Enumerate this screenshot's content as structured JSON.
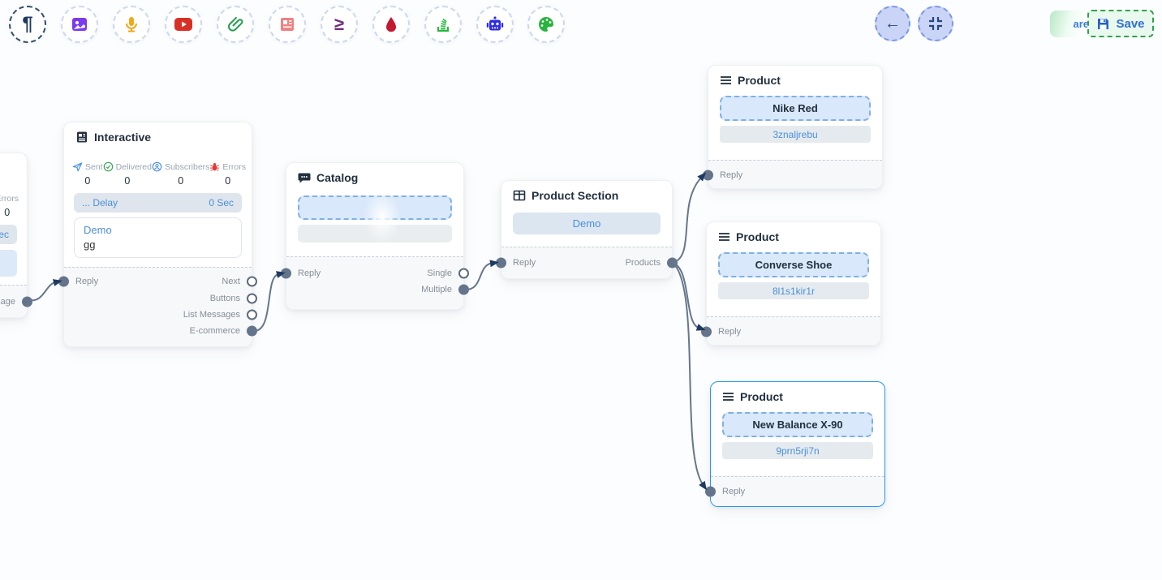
{
  "toolbar": {
    "items": [
      {
        "icon": "pilcrow-icon",
        "color": "#1e3a5f",
        "active": true
      },
      {
        "icon": "image-icon",
        "color": "#7c3aed",
        "active": false
      },
      {
        "icon": "microphone-icon",
        "color": "#f0a818",
        "active": false
      },
      {
        "icon": "youtube-icon",
        "color": "#d93025",
        "active": false
      },
      {
        "icon": "paperclip-icon",
        "color": "#1e9e4a",
        "active": false
      },
      {
        "icon": "newspaper-icon",
        "color": "#f08080",
        "active": false
      },
      {
        "icon": "greater-equal-icon",
        "color": "#6d2f7e",
        "active": false
      },
      {
        "icon": "droplet-icon",
        "color": "#c21830",
        "active": false
      },
      {
        "icon": "stack-icon",
        "color": "#27b43e",
        "active": false
      },
      {
        "icon": "robot-icon",
        "color": "#2d2de0",
        "active": false
      },
      {
        "icon": "palette-icon",
        "color": "#27b43e",
        "active": false
      }
    ],
    "pilcrow_glyph": "¶",
    "greater_equal_glyph": "≥"
  },
  "top_right": {
    "back_icon": "←",
    "partial_button_text": "are",
    "save_label": "Save"
  },
  "nodes": {
    "message_partial": {
      "errors_label": "Errors",
      "errors_value": "0",
      "delay_value": "Sec",
      "output_label": "essage"
    },
    "interactive": {
      "title": "Interactive",
      "stats": [
        {
          "label": "Sent",
          "value": "0"
        },
        {
          "label": "Delivered",
          "value": "0"
        },
        {
          "label": "Subscribers",
          "value": "0"
        },
        {
          "label": "Errors",
          "value": "0"
        }
      ],
      "delay_label": "... Delay",
      "delay_value": "0 Sec",
      "message_title": "Demo",
      "message_body": "gg",
      "reply_label": "Reply",
      "outputs": [
        {
          "label": "Next",
          "connected": false
        },
        {
          "label": "Buttons",
          "connected": false
        },
        {
          "label": "List Messages",
          "connected": false
        },
        {
          "label": "E-commerce",
          "connected": true
        }
      ]
    },
    "catalog": {
      "title": "Catalog",
      "reply_label": "Reply",
      "outputs": [
        {
          "label": "Single",
          "connected": false
        },
        {
          "label": "Multiple",
          "connected": true
        }
      ]
    },
    "product_section": {
      "title": "Product Section",
      "body": "Demo",
      "reply_label": "Reply",
      "products_label": "Products"
    },
    "products": [
      {
        "title": "Product",
        "name": "Nike Red",
        "retailer_id": "3znaljrebu",
        "reply_label": "Reply",
        "selected": false
      },
      {
        "title": "Product",
        "name": "Converse Shoe",
        "retailer_id": "8l1s1kir1r",
        "reply_label": "Reply",
        "selected": false
      },
      {
        "title": "Product",
        "name": "New Balance X-90",
        "retailer_id": "9prn5rji7n",
        "reply_label": "Reply",
        "selected": true
      }
    ]
  },
  "colors": {
    "accent_blue": "#4a90d9",
    "selected_border": "#2196f3",
    "edge": "#66768c",
    "arrow": "#1d3a5f",
    "save_border_green": "#31a24c",
    "save_text_blue": "#2f6fd6"
  }
}
